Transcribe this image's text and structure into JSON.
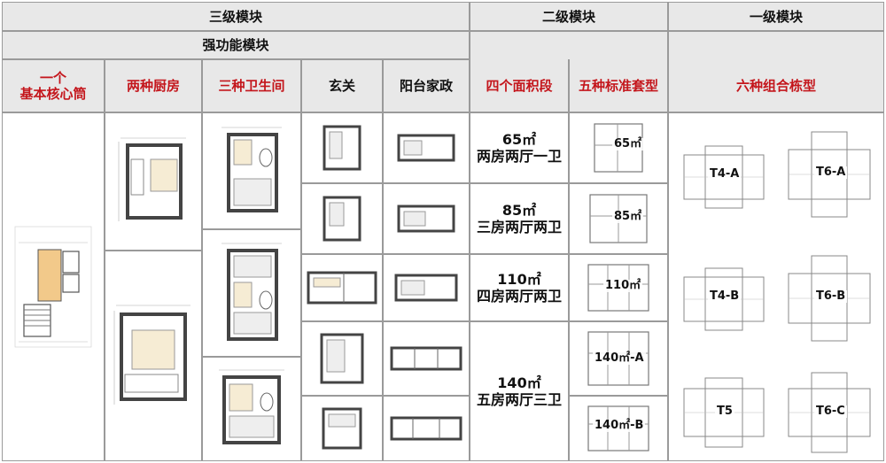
{
  "header": {
    "level3": "三级模块",
    "level2": "二级模块",
    "level1": "一级模块",
    "strong_function": "强功能模块",
    "core": [
      "一个",
      "基本核心筒"
    ],
    "kitchen": "两种厨房",
    "bath": "三种卫生间",
    "entry": "玄关",
    "balcony": "阳台家政",
    "areas": "四个面积段",
    "types": "五种标准套型",
    "buildings": "六种组合栋型"
  },
  "area_segments": [
    {
      "area": "65㎡",
      "layout": "两房两厅一卫"
    },
    {
      "area": "85㎡",
      "layout": "三房两厅两卫"
    },
    {
      "area": "110㎡",
      "layout": "四房两厅两卫"
    },
    {
      "area": "140㎡",
      "layout": "五房两厅三卫"
    }
  ],
  "unit_types": [
    "65㎡",
    "85㎡",
    "110㎡",
    "140㎡-A",
    "140㎡-B"
  ],
  "building_types": [
    "T4-A",
    "T6-A",
    "T4-B",
    "T6-B",
    "T5",
    "T6-C"
  ],
  "colors": {
    "accent_red": "#c4161c",
    "header_bg": "#e8e8e8",
    "border": "#9a9a9a",
    "core_fill": "#f2c98a"
  }
}
